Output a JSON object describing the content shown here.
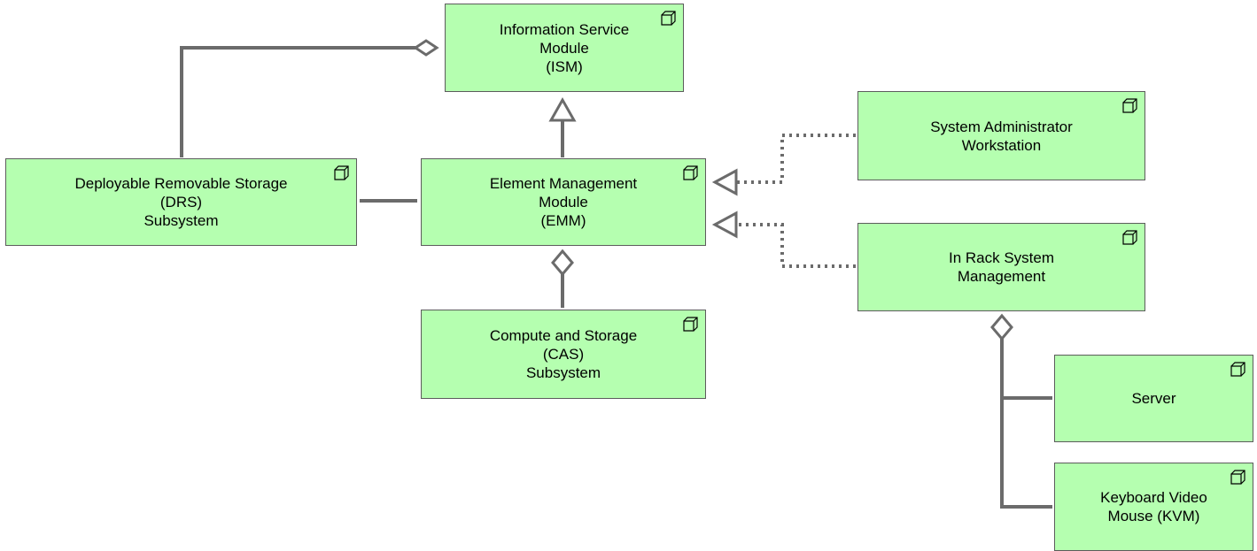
{
  "colors": {
    "node_fill": "#b5ffb0",
    "node_border": "#5c5c5c",
    "connector": "#6b6b6b",
    "text": "#000000"
  },
  "node_icon": "device-icon",
  "nodes": {
    "ism": {
      "label": "Information Service\nModule\n(ISM)"
    },
    "drs": {
      "label": "Deployable Removable Storage\n(DRS)\nSubsystem"
    },
    "emm": {
      "label": "Element Management\nModule\n(EMM)"
    },
    "cas": {
      "label": "Compute and Storage\n(CAS)\nSubsystem"
    },
    "saw": {
      "label": "System Administrator\nWorkstation"
    },
    "irsm": {
      "label": "In Rack System\nManagement"
    },
    "server": {
      "label": "Server"
    },
    "kvm": {
      "label": "Keyboard Video\nMouse (KVM)"
    }
  },
  "relationships": [
    {
      "from": "drs",
      "to": "ism",
      "type": "aggregation"
    },
    {
      "from": "emm",
      "to": "ism",
      "type": "specialization"
    },
    {
      "from": "drs",
      "to": "emm",
      "type": "association"
    },
    {
      "from": "cas",
      "to": "emm",
      "type": "aggregation"
    },
    {
      "from": "saw",
      "to": "emm",
      "type": "realization"
    },
    {
      "from": "irsm",
      "to": "emm",
      "type": "realization"
    },
    {
      "from": "server",
      "to": "irsm",
      "type": "aggregation"
    },
    {
      "from": "kvm",
      "to": "irsm",
      "type": "aggregation"
    }
  ]
}
